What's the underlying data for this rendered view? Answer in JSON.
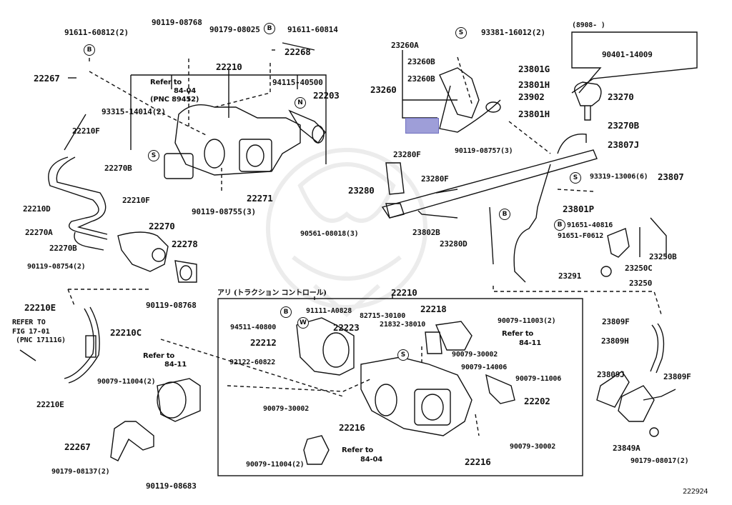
{
  "diagram": {
    "title_note": "アリ (トラクション コントロール)",
    "diagram_id": "222924",
    "top_right_note": "(8908-        )",
    "highlight_color": "#9e9ed8",
    "highlighted_part": "23260",
    "refer_notes": {
      "refer_84_04_top": [
        "Refer to",
        "84-04",
        "(PNC 89452)"
      ],
      "refer_fig_17_01": [
        "REFER TO",
        "FIG 17-01",
        "(PNC 17111G)"
      ],
      "refer_84_11_left": [
        "Refer to",
        "84-11"
      ],
      "refer_84_11_box": [
        "Refer to",
        "84-11"
      ],
      "refer_84_04_box": [
        "Refer to",
        "84-04"
      ]
    },
    "marks": {
      "b": "B",
      "s": "S",
      "n": "N",
      "w": "W"
    },
    "parts": {
      "p91611_60812": "91611-60812(2)",
      "p90119_08768_top": "90119-08768",
      "p90179_08025": "90179-08025",
      "p91611_60814": "91611-60814",
      "p22268": "22268",
      "p22267_top": "22267",
      "p22210_top": "22210",
      "p94115_40500": "94115-40500",
      "p22203": "22203",
      "p93315_14014": "93315-14014(2)",
      "p22210F_1": "22210F",
      "p22270B_1": "22270B",
      "p22271": "22271",
      "p90119_08755": "90119-08755(3)",
      "p22210F_2": "22210F",
      "p22210D": "22210D",
      "p22270_left": "22270",
      "p22270A": "22270A",
      "p22278": "22278",
      "p22270B_2": "22270B",
      "p90119_08754": "90119-08754(2)",
      "p22210E_1": "22210E",
      "p22210C": "22210C",
      "p22210E_2": "22210E",
      "p90119_08768_mid": "90119-08768",
      "p90079_11004_left": "90079-11004(2)",
      "p22267_bottom": "22267",
      "p90179_08137": "90179-08137(2)",
      "p90119_08683": "90119-08683",
      "p23260A": "23260A",
      "p93381_16012": "93381-16012(2)",
      "p23260B_1": "23260B",
      "p23260B_2": "23260B",
      "p23260": "23260",
      "p23801G": "23801G",
      "p23801H_1": "23801H",
      "p23902": "23902",
      "p23801H_2": "23801H",
      "p90401_14009": "90401-14009",
      "p23270": "23270",
      "p23270B": "23270B",
      "p23807J": "23807J",
      "p23280F_1": "23280F",
      "p90119_08757": "90119-08757(3)",
      "p23280F_2": "23280F",
      "p23280": "23280",
      "p93319_13006": "93319-13006(6)",
      "p23807": "23807",
      "p23801P": "23801P",
      "p90561_08018": "90561-08018(3)",
      "p23802B": "23802B",
      "p23280D": "23280D",
      "p91651_40816": "91651-40816",
      "p91651_F0612": "91651-F0612",
      "p23250B": "23250B",
      "p23250C": "23250C",
      "p23291": "23291",
      "p23250": "23250",
      "p23809F_1": "23809F",
      "p23809H": "23809H",
      "p23809J": "23809J",
      "p23809F_2": "23809F",
      "p23849A": "23849A",
      "p90179_08017": "90179-08017(2)",
      "p22210_box": "22210",
      "p91111_A0828": "91111-A0828",
      "p82715_30100": "82715-30100",
      "p22218": "22218",
      "p94511_40800": "94511-40800",
      "p22223": "22223",
      "p21832_38010": "21832-38010",
      "p90079_11003": "90079-11003(2)",
      "p22212": "22212",
      "p90079_30002_a": "90079-30002",
      "p92122_60822": "92122-60822",
      "p90079_14006": "90079-14006",
      "p90079_11006": "90079-11006",
      "p22202": "22202",
      "p90079_30002_b": "90079-30002",
      "p22216_a": "22216",
      "p90079_11004_box": "90079-11004(2)",
      "p22216_b": "22216",
      "p90079_30002_c": "90079-30002"
    }
  }
}
